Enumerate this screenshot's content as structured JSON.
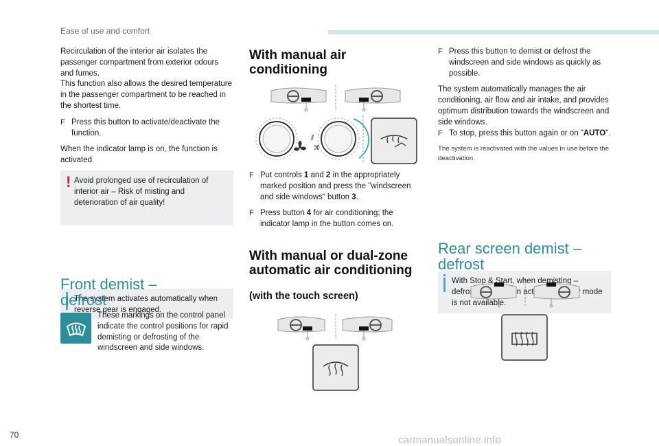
{
  "header": {
    "section": "Ease of use and comfort"
  },
  "page_number": "70",
  "watermark": "carmanualsonline.info",
  "col1": {
    "p1": "Recirculation of the interior air isolates the passenger compartment from exterior odours and fumes.",
    "p2": "This function also allows the desired temperature in the passenger compartment to be reached in the shortest time.",
    "bullet1": "Press this button to activate/deactivate the function.",
    "p3": "When the indicator lamp is on, the function is activated.",
    "warning": "Avoid prolonged use of recirculation of interior air – Risk of misting and deterioration of air quality!",
    "info": "The system activates automatically when reverse gear is engaged.",
    "heading_line1": "Front demist –",
    "heading_line2": "defrost",
    "markings_text": "These markings on the control panel indicate the control positions for rapid demisting or defrosting of the windscreen and side windows."
  },
  "col2": {
    "heading1_line1": "With manual air",
    "heading1_line2": "conditioning",
    "bullet1_a": "Put controls ",
    "bullet1_n1": "1",
    "bullet1_b": " and ",
    "bullet1_n2": "2",
    "bullet1_c": " in the appropriately marked position and press the \"windscreen and side windows\" button ",
    "bullet1_n3": "3",
    "bullet1_d": ".",
    "bullet2_a": "Press button ",
    "bullet2_n": "4",
    "bullet2_b": " for air conditioning; the indicator lamp in the button comes on.",
    "heading2_line1": "With manual or dual-zone",
    "heading2_line2": "automatic air conditioning",
    "subheading": "(with the touch screen)"
  },
  "col3": {
    "bullet1": "Press this button to demist or defrost the windscreen and side windows as quickly as possible.",
    "p1": "The system automatically manages the air conditioning, air flow and air intake, and provides optimum distribution towards the windscreen and side windows.",
    "bullet2_a": "To stop, press this button again or on \"",
    "bullet2_auto": "AUTO",
    "bullet2_b": "\".",
    "small": "The system is reactivated with the values in use before the deactivation.",
    "info": "With Stop & Start, when demisting – defrosting has been activated, STOP mode is not available.",
    "heading_line1": "Rear screen demist –",
    "heading_line2": "defrost"
  },
  "bullet_marker": "F",
  "icons": {
    "warning": "exclamation-icon",
    "info": "info-icon",
    "front_demist": "windscreen-demist-icon",
    "rear_demist": "rear-screen-demist-icon",
    "dashboard": "dashboard-airflow-icon",
    "fan": "fan-icon"
  },
  "colors": {
    "accent": "#2c8d9c",
    "warning": "#e0212b",
    "info": "#4fa4d6",
    "note_bg": "#eceeef"
  }
}
